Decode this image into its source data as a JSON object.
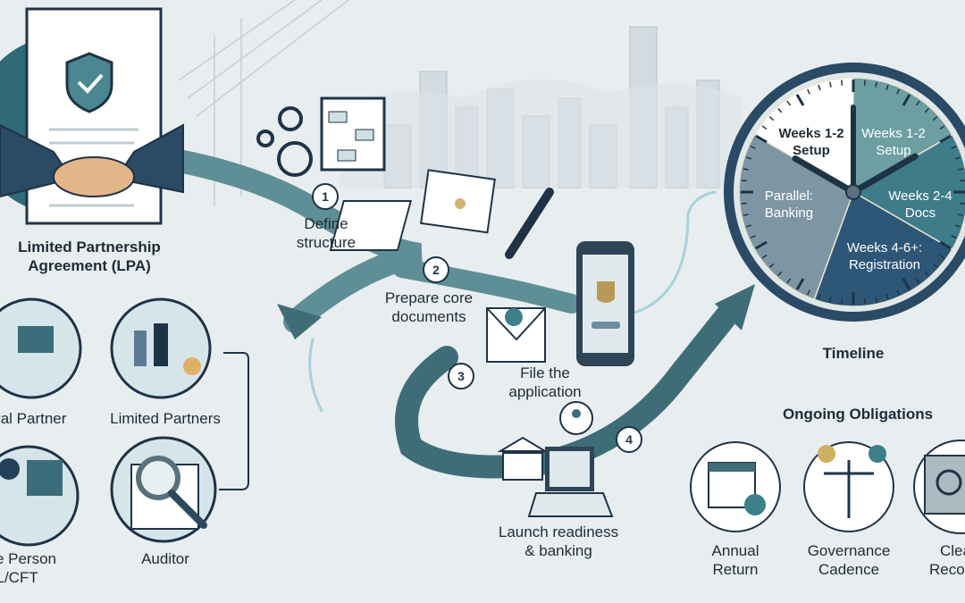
{
  "lpa": {
    "label_line1": "Limited Partnership",
    "label_line2": "Agreement (LPA)"
  },
  "roles": [
    {
      "label": "eral Partner"
    },
    {
      "label": "Limited Partners"
    },
    {
      "label_line1": "nsible Person",
      "label_line2": "AML/CFT"
    },
    {
      "label": "Auditor"
    }
  ],
  "steps": [
    {
      "number": "1",
      "label_line1": "Define",
      "label_line2": "structure"
    },
    {
      "number": "2",
      "label_line1": "Prepare core",
      "label_line2": "documents"
    },
    {
      "number": "3",
      "label_line1": "File the",
      "label_line2": "application"
    },
    {
      "number": "4",
      "label_line1": "Launch readiness",
      "label_line2": "& banking"
    }
  ],
  "timeline": {
    "title": "Timeline",
    "segments": [
      {
        "line1": "Weeks 1-2",
        "line2": "Setup",
        "color": "#ffffff"
      },
      {
        "line1": "Weeks 1-2",
        "line2": "Setup",
        "color": "#6d9fa2"
      },
      {
        "line1": "Weeks 2-4",
        "line2": "Docs",
        "color": "#3f7c89"
      },
      {
        "line1": "Weeks 4-6+:",
        "line2": "Registration",
        "color": "#2e5677"
      },
      {
        "line1": "Parallel:",
        "line2": "Banking",
        "color": "#7e96a3"
      }
    ]
  },
  "obligations": {
    "title": "Ongoing Obligations",
    "items": [
      {
        "line1": "Annual",
        "line2": "Return"
      },
      {
        "line1": "Governance",
        "line2": "Cadence"
      },
      {
        "line1": "Clea",
        "line2": "Records"
      }
    ]
  },
  "colors": {
    "accent": "#3f6f7a",
    "dark": "#1f3346",
    "background": "#e8edf0"
  }
}
